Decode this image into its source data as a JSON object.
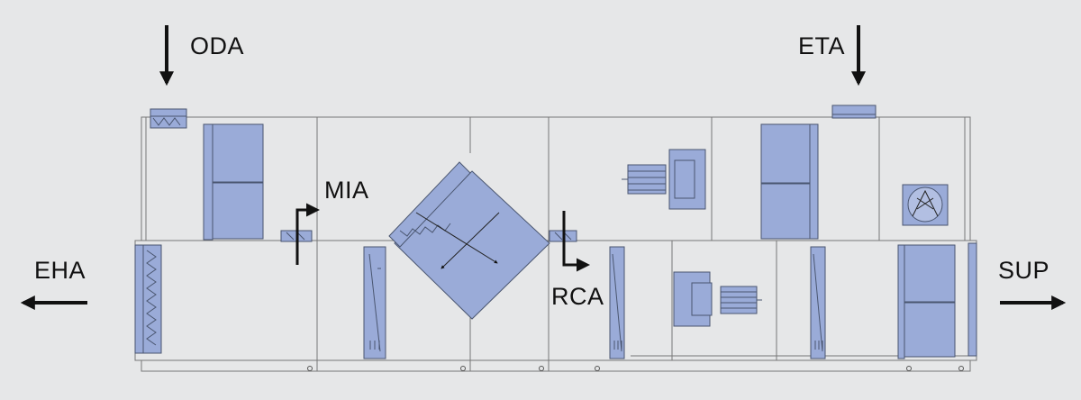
{
  "labels": {
    "oda": "ODA",
    "eta": "ETA",
    "mia": "MIA",
    "rca": "RCA",
    "eha": "EHA",
    "sup": "SUP"
  },
  "colors": {
    "background": "#e6e7e8",
    "component_fill": "#9aabd8",
    "component_stroke": "#4a5670",
    "line": "#777777",
    "arrow": "#111111"
  }
}
